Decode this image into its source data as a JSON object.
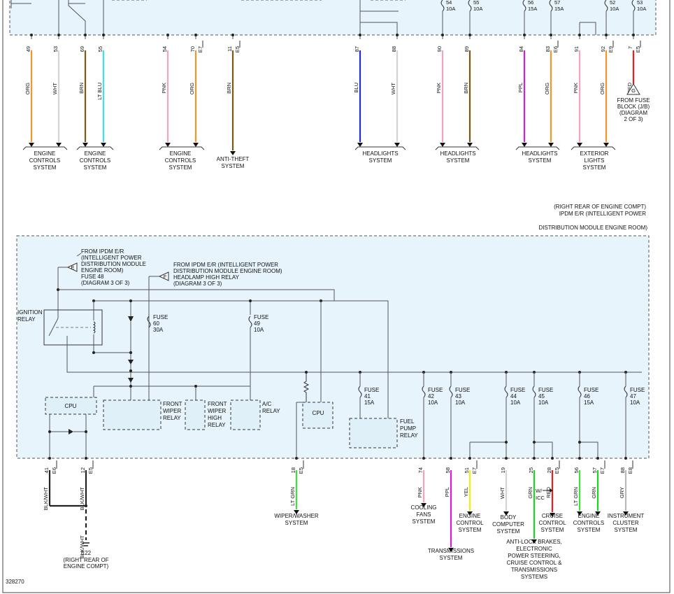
{
  "diagram_id": "328270",
  "module": {
    "location": "(RIGHT REAR OF ENGINE COMPT)",
    "name_line1": "IPDM E/R (INTELLIGENT POWER",
    "name_line2": "DISTRIBUTION MODULE ENGINE ROOM)"
  },
  "notes": {
    "ipdm_fuse48": [
      "FROM IPDM E/R",
      "(INTELLIGENT POWER",
      "DISTRIBUTION MODULE",
      "ENGINE ROOM)",
      "FUSE 48",
      "(DIAGRAM 3 OF 3)"
    ],
    "ipdm_headlamp": [
      "FROM IPDM E/R (INTELLIGENT POWER",
      "DISTRIBUTION MODULE ENGINE ROOM)",
      "HEADLAMP HIGH RELAY",
      "(DIAGRAM 3 OF 3)"
    ],
    "fuse_block": [
      "FROM FUSE",
      "BLOCK (J/B)",
      "(DIAGRAM",
      "2 OF 3)"
    ],
    "flag_e": "E",
    "flag_f": "F",
    "flag_g": "G"
  },
  "top_fuses": [
    {
      "num": "54",
      "amp": "10A"
    },
    {
      "num": "55",
      "amp": "10A"
    },
    {
      "num": "56",
      "amp": "15A"
    },
    {
      "num": "57",
      "amp": "15A"
    },
    {
      "num": "52",
      "amp": "10A"
    },
    {
      "num": "53",
      "amp": "10A"
    }
  ],
  "top_wires": [
    {
      "pin": "49",
      "conn": "",
      "color": "ORG"
    },
    {
      "pin": "53",
      "conn": "",
      "color": "WHT"
    },
    {
      "pin": "69",
      "conn": "",
      "color": "BRN"
    },
    {
      "pin": "55",
      "conn": "",
      "color": "LT BLU"
    },
    {
      "pin": "54",
      "conn": "",
      "color": "PNK"
    },
    {
      "pin": "70",
      "conn": "E7",
      "color": "ORG"
    },
    {
      "pin": "11",
      "conn": "E5",
      "color": "BRN"
    },
    {
      "pin": "87",
      "conn": "",
      "color": "BLU"
    },
    {
      "pin": "88",
      "conn": "",
      "color": "WHT"
    },
    {
      "pin": "90",
      "conn": "",
      "color": "PNK"
    },
    {
      "pin": "89",
      "conn": "",
      "color": "BRN"
    },
    {
      "pin": "84",
      "conn": "",
      "color": "PPL"
    },
    {
      "pin": "83",
      "conn": "E6",
      "color": "ORG"
    },
    {
      "pin": "91",
      "conn": "",
      "color": "PNK"
    },
    {
      "pin": "92",
      "conn": "E9",
      "color": "ORG"
    },
    {
      "pin": "7",
      "conn": "E5",
      "color": "RED"
    }
  ],
  "top_systems": [
    [
      "ENGINE",
      "CONTROLS",
      "SYSTEM"
    ],
    [
      "ENGINE",
      "CONTROLS",
      "SYSTEM"
    ],
    [
      "ENGINE",
      "CONTROLS",
      "SYSTEM"
    ],
    [
      "ANTI-THEFT",
      "SYSTEM"
    ],
    [
      "HEADLIGHTS",
      "SYSTEM"
    ],
    [
      "HEADLIGHTS",
      "SYSTEM"
    ],
    [
      "HEADLIGHTS",
      "SYSTEM"
    ],
    [
      "EXTERIOR",
      "LIGHTS",
      "SYSTEM"
    ]
  ],
  "components": {
    "ignition_relay": [
      "IGNITION",
      "RELAY"
    ],
    "cpu_left": "CPU",
    "cpu_right": "CPU",
    "front_wiper_relay": [
      "FRONT",
      "WIPER",
      "RELAY"
    ],
    "front_wiper_high_relay": [
      "FRONT",
      "WIPER",
      "HIGH",
      "RELAY"
    ],
    "ac_relay": [
      "A/C",
      "RELAY"
    ],
    "fuel_pump_relay": [
      "FUEL",
      "PUMP",
      "RELAY"
    ]
  },
  "inner_fuses": [
    {
      "label": "FUSE",
      "num": "60",
      "amp": "30A"
    },
    {
      "label": "FUSE",
      "num": "49",
      "amp": "10A"
    },
    {
      "label": "FUSE",
      "num": "41",
      "amp": "15A"
    },
    {
      "label": "FUSE",
      "num": "42",
      "amp": "10A"
    },
    {
      "label": "FUSE",
      "num": "43",
      "amp": "10A"
    },
    {
      "label": "FUSE",
      "num": "44",
      "amp": "10A"
    },
    {
      "label": "FUSE",
      "num": "45",
      "amp": "10A"
    },
    {
      "label": "FUSE",
      "num": "46",
      "amp": "15A"
    },
    {
      "label": "FUSE",
      "num": "47",
      "amp": "10A"
    }
  ],
  "bottom_wires": [
    {
      "pin": "41",
      "conn": "E6",
      "color": "BLK/WHT"
    },
    {
      "pin": "12",
      "conn": "E5",
      "color": "BLK/WHT"
    },
    {
      "pin": "18",
      "conn": "E5",
      "color": "LT GRN"
    },
    {
      "pin": "74",
      "conn": "",
      "color": "PNK"
    },
    {
      "pin": "58",
      "conn": "",
      "color": "PPL"
    },
    {
      "pin": "51",
      "conn": "E7",
      "color": "YEL"
    },
    {
      "pin": "19",
      "conn": "",
      "color": "WHT"
    },
    {
      "pin": "25",
      "conn": "",
      "color": "GRN"
    },
    {
      "pin": "28",
      "conn": "E5",
      "color": "RED"
    },
    {
      "pin": "56",
      "conn": "",
      "color": "LT GRN"
    },
    {
      "pin": "57",
      "conn": "E7",
      "color": "GRN"
    },
    {
      "pin": "88",
      "conn": "E8",
      "color": "GRY"
    }
  ],
  "ground": {
    "color": "BLK/WHT",
    "name": "E22",
    "loc": [
      "(RIGHT REAR OF",
      "ENGINE COMPT)"
    ]
  },
  "w_icc": [
    "W/",
    "ICC"
  ],
  "bottom_systems": [
    [
      "WIPER/WASHER",
      "SYSTEM"
    ],
    [
      "COOLING",
      "FANS",
      "SYSTEM"
    ],
    [
      "TRANSMISSIONS",
      "SYSTEM"
    ],
    [
      "ENGINE",
      "CONTROL",
      "SYSTEM"
    ],
    [
      "BODY",
      "COMPUTER",
      "SYSTEM"
    ],
    [
      "ANTI-LOCK BRAKES,",
      "ELECTRONIC",
      "POWER STEERING,",
      "CRUISE CONTROL &",
      "TRANSMISSIONS",
      "SYSTEMS"
    ],
    [
      "CRUISE",
      "CONTROL",
      "SYSTEM"
    ],
    [
      "ENGINE",
      "CONTROLS",
      "SYSTEM"
    ],
    [
      "INSTRUMENT",
      "CLUSTER",
      "SYSTEM"
    ]
  ],
  "colors": {
    "ORG": "#f0962d",
    "WHT": "#d4d4d4",
    "BRN": "#7a5a12",
    "LT BLU": "#3ee0ef",
    "PNK": "#f5a3b8",
    "BLU": "#1f2fd4",
    "PPL": "#d21ed6",
    "RED": "#ee1c1c",
    "BLK/WHT": "#222222",
    "LT GRN": "#3fe23a",
    "YEL": "#f0f00a",
    "GRN": "#1fd421",
    "GRY": "#b9b9b9",
    "module_fill": "#e8f4fb"
  }
}
